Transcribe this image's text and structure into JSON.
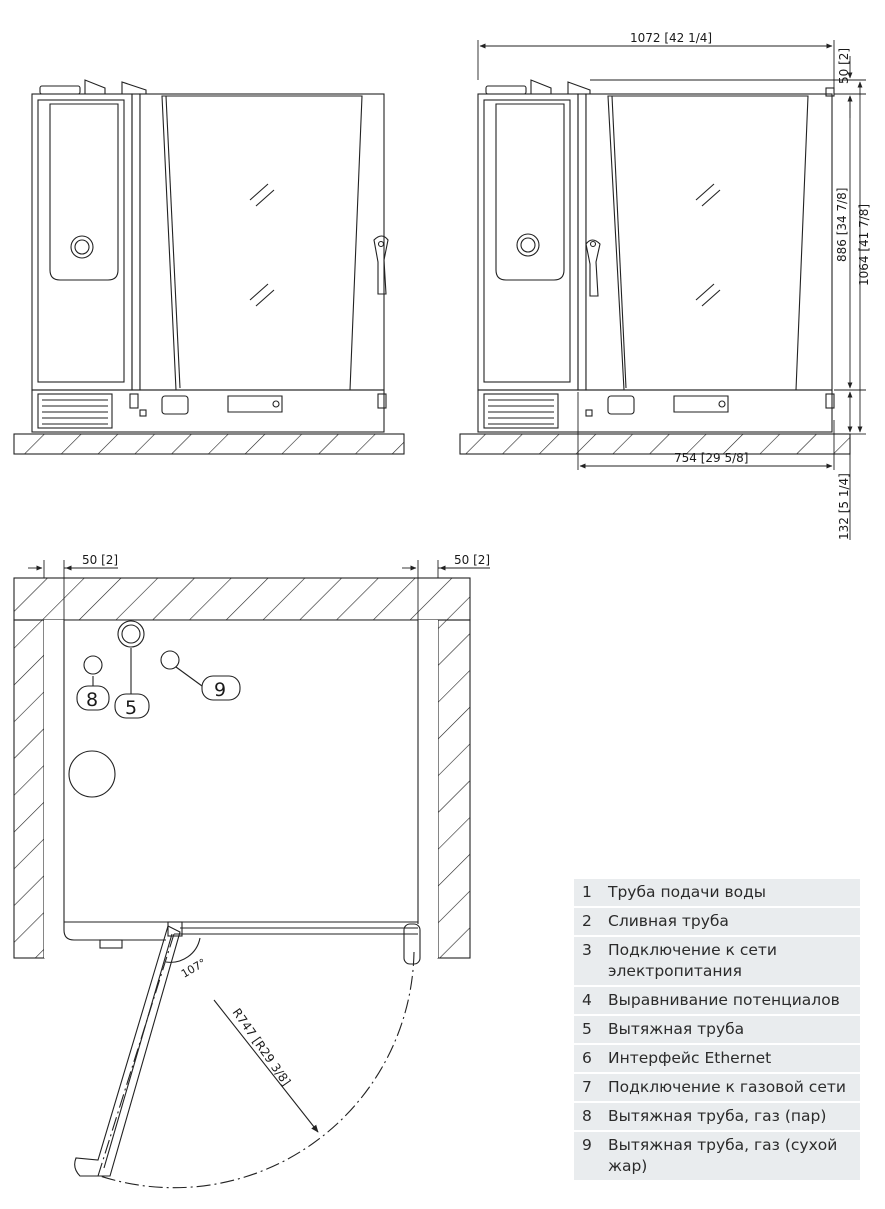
{
  "front_view": {
    "width_label": "1072 [42 1/4]",
    "top_clearance_label": "50 [2]",
    "body_height_label": "886 [34 7/8]",
    "total_height_label": "1064 [41 7/8]",
    "door_width_label": "754 [29 5/8]",
    "base_height_label": "132 [5 1/4]"
  },
  "top_view": {
    "left_clearance_label": "50 [2]",
    "right_clearance_label": "50 [2]",
    "door_angle_label": "107°",
    "door_radius_label": "R747 [R29 3/8]",
    "callouts": [
      "8",
      "5",
      "9"
    ]
  },
  "legend": [
    {
      "num": "1",
      "text": "Труба подачи воды"
    },
    {
      "num": "2",
      "text": "Сливная труба"
    },
    {
      "num": "3",
      "text": "Подключение к сети электропитания"
    },
    {
      "num": "4",
      "text": "Выравнивание потенциалов"
    },
    {
      "num": "5",
      "text": "Вытяжная труба"
    },
    {
      "num": "6",
      "text": "Интерфейс Ethernet"
    },
    {
      "num": "7",
      "text": "Подключение к газовой сети"
    },
    {
      "num": "8",
      "text": "Вытяжная труба, газ (пар)"
    },
    {
      "num": "9",
      "text": "Вытяжная труба, газ (сухой жар)"
    }
  ]
}
